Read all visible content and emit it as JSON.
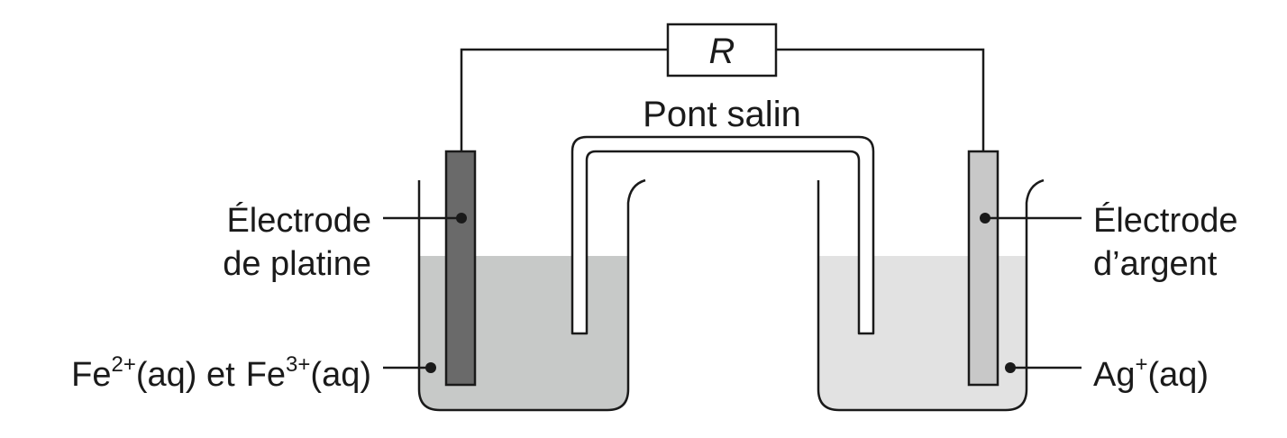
{
  "diagram": {
    "resistor_label": "R",
    "salt_bridge_label": "Pont salin",
    "left_electrode": {
      "line1": "Électrode",
      "line2": "de platine"
    },
    "right_electrode": {
      "line1": "Électrode",
      "line2": "d’argent"
    },
    "left_solution": {
      "ion1_base": "Fe",
      "ion1_charge": "2+",
      "ion1_state": "(aq) et",
      "ion2_base": "Fe",
      "ion2_charge": "3+",
      "ion2_state": "(aq)"
    },
    "right_solution": {
      "ion_base": "Ag",
      "ion_charge": "+",
      "ion_state": "(aq)"
    }
  },
  "colors": {
    "platinum_electrode": "#6a6a6a",
    "silver_electrode": "#c8c8c8",
    "left_solution": "#c7c9c8",
    "right_solution": "#e2e2e2",
    "outline": "#1a1a1a"
  }
}
